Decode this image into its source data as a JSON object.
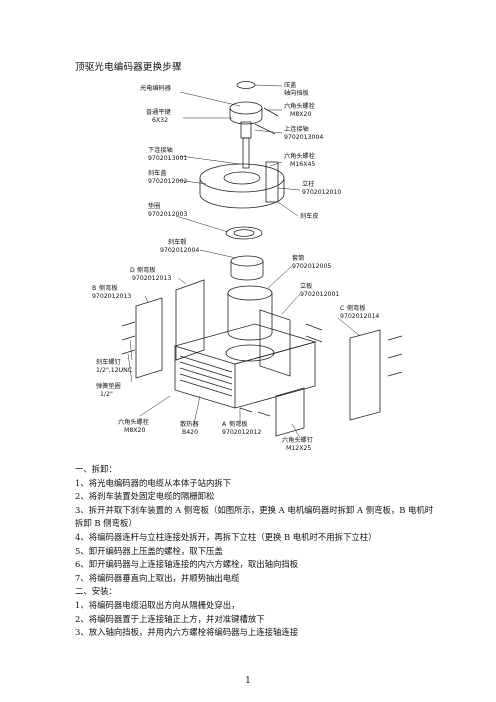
{
  "title": "顶驱光电编码器更换步骤",
  "labels": {
    "encoder": "光电编码器",
    "nameplate": "压盖",
    "stop_plate": "轴向挡板",
    "flat_key": "普通平键",
    "flat_key_spec": "6X32",
    "hex_bolt_top": "六角头螺栓",
    "hex_bolt_top_spec": "M8X20",
    "upper_shaft": "上连接轴",
    "upper_shaft_no": "9702013004",
    "lower_shaft": "下连接轴",
    "lower_shaft_no": "9702013001",
    "hex_bolt_mid": "六角头螺栓",
    "hex_bolt_mid_spec": "M16X45",
    "brake_cover": "刹车盖",
    "brake_cover_no": "9702012002",
    "pillar": "立柱",
    "pillar_no": "9702012010",
    "spacer": "垫圈",
    "spacer_no": "9702012003",
    "brake_disc": "刹车皮",
    "brake_hub": "刹车毂",
    "brake_hub_no": "9702012004",
    "sleeve": "套筒",
    "sleeve_no": "9702012005",
    "side_d": "侧弯板",
    "side_d_no": "9702012013",
    "side_d_letter": "D",
    "side_b": "侧弯板",
    "side_b_no": "9702012013",
    "side_b_letter": "B",
    "upright": "立板",
    "upright_no": "9702012001",
    "side_c": "侧弯板",
    "side_c_no": "9702012014",
    "side_c_letter": "C",
    "brake_screw": "刹车螺钉",
    "brake_screw_spec": "1/2\",12UNC",
    "spring_washer": "弹簧垫圈",
    "spring_washer_spec": "1/2\"",
    "hex_bolt_low": "六角头螺栓",
    "hex_bolt_low_spec": "M8X20",
    "radiator": "散热器",
    "radiator_spec": "B420",
    "side_a": "侧弯板",
    "side_a_no": "9702012012",
    "side_a_letter": "A",
    "hex_screw": "六角头螺钉",
    "hex_screw_spec": "M12X25"
  },
  "steps": [
    "一、拆卸：",
    "1、将光电编码器的电缆从本体子站内拆下",
    "2、将刹车装置处固定电缆的隔栅卸松",
    "3、拆开并取下刹车装置的 A 侧弯板（如图所示，更换 A 电机编码器时拆卸 A 侧弯板，B 电机时拆卸 B 侧弯板）",
    "4、将编码器连杆与立柱连接处拆开，再拆下立柱（更换 B 电机时不用拆下立柱）",
    "5、卸开编码器上压盖的螺栓，取下压盖",
    "6、卸开编码器与上连接轴连接的内六方螺栓，取出轴向挡板",
    "7、将编码器垂直向上取出，并顺势抽出电缆",
    "二、安装：",
    "1、将编码器电缆沿取出方向从隔栅处穿出，",
    "2、将编码器置于上连接轴正上方，并对准键槽放下",
    "3、放入轴向挡板，并用内六方螺栓将编码器与上连接轴连接"
  ],
  "page_number": "1"
}
